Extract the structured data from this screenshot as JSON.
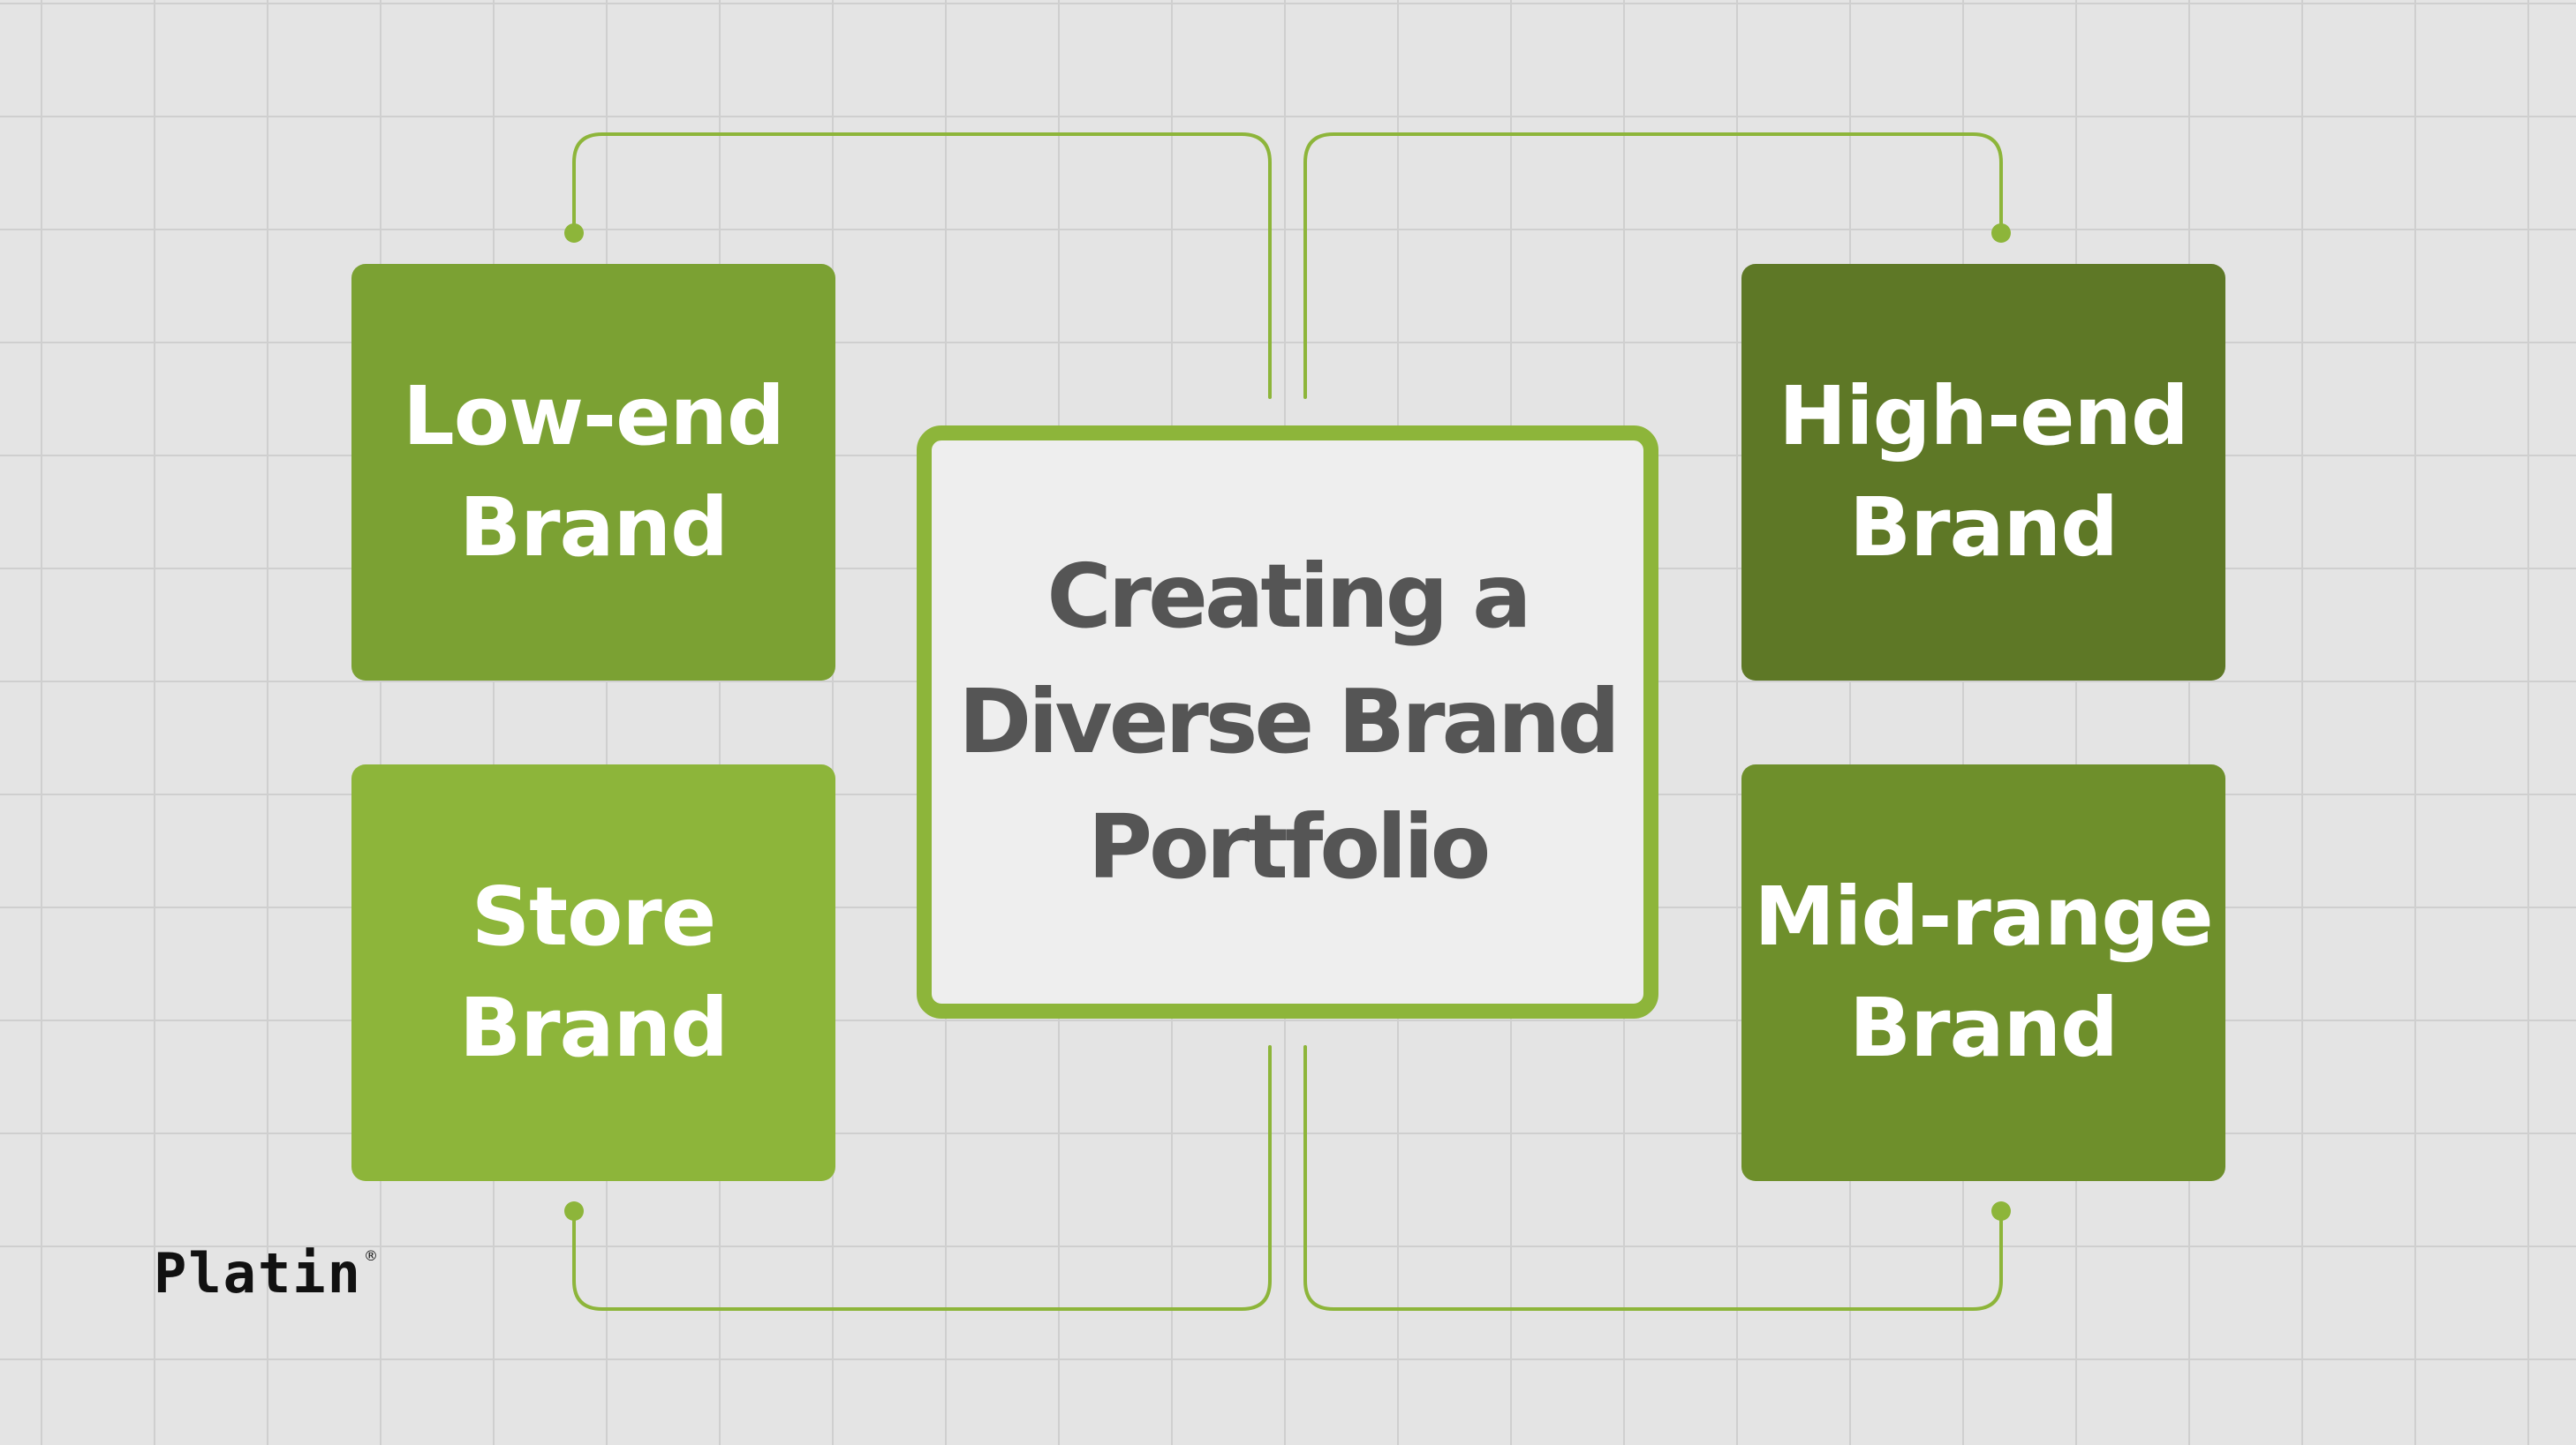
{
  "diagram": {
    "center_label": [
      "Creating a",
      "Diverse Brand",
      "Portfolio"
    ],
    "brands": [
      {
        "id": "low-end",
        "label": [
          "Low-end",
          "Brand"
        ],
        "color": "#7ba133"
      },
      {
        "id": "store",
        "label": [
          "Store",
          "Brand"
        ],
        "color": "#8db53a"
      },
      {
        "id": "high-end",
        "label": [
          "High-end",
          "Brand"
        ],
        "color": "#5e7826"
      },
      {
        "id": "mid-range",
        "label": [
          "Mid-range",
          "Brand"
        ],
        "color": "#6e8f2b"
      }
    ],
    "connector_color": "#8db53a",
    "background_color": "#e4e4e4"
  },
  "logo": {
    "text": "Platin",
    "mark": "®"
  }
}
